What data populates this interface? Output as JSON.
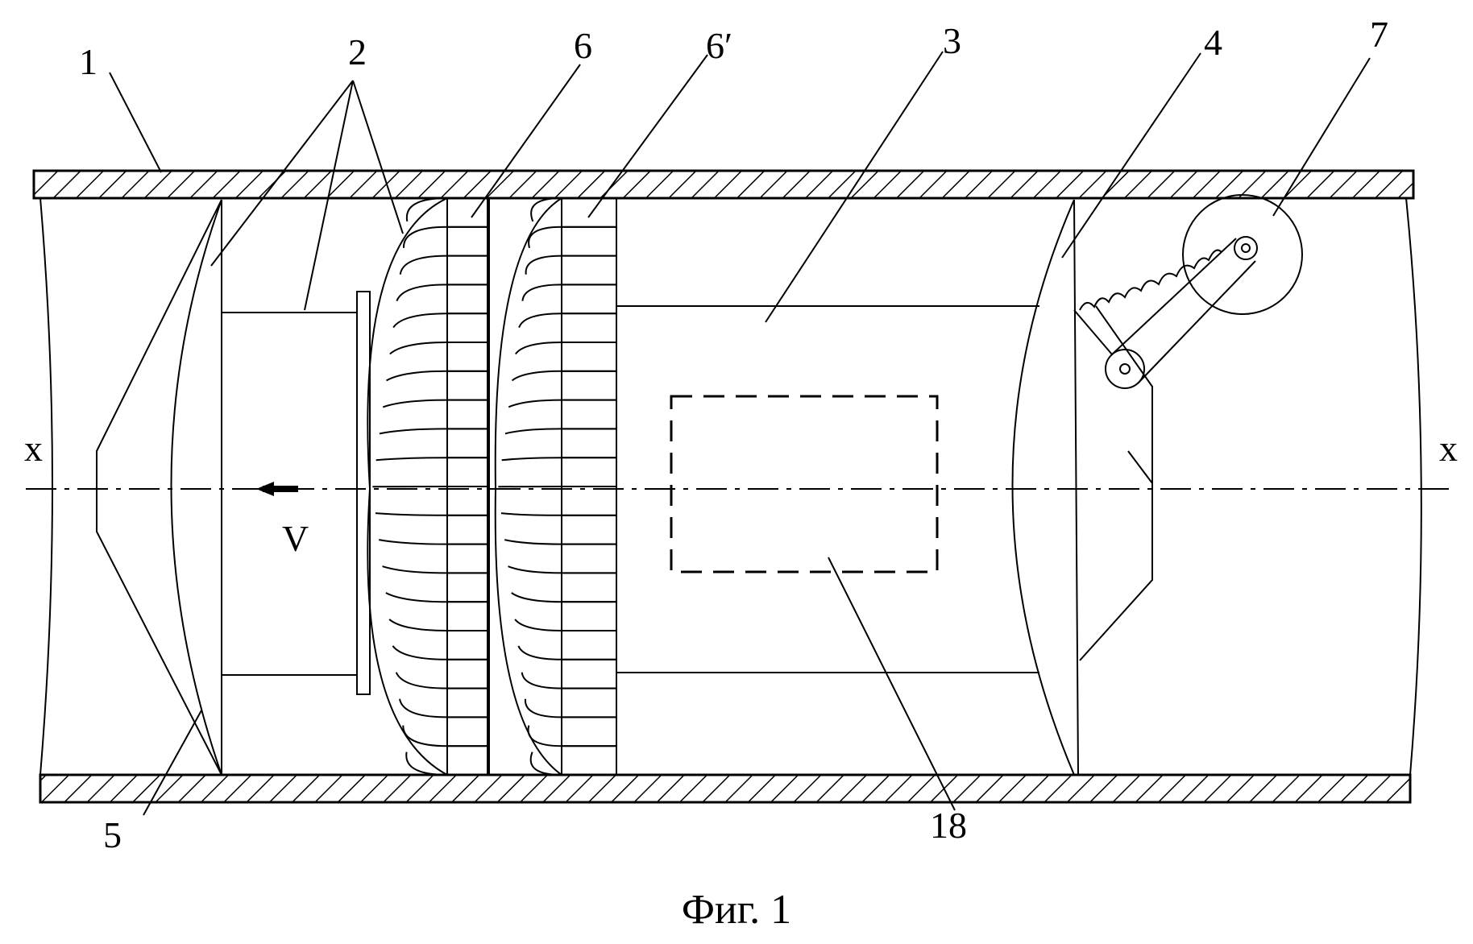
{
  "figure": {
    "caption": "Фиг. 1",
    "axis_label_left": "x",
    "axis_label_right": "x",
    "velocity_label": "V",
    "labels": {
      "l1": "1",
      "l2": "2",
      "l3": "3",
      "l4": "4",
      "l5": "5",
      "l6": "6",
      "l6p": "6′",
      "l7": "7",
      "l18": "18"
    }
  }
}
